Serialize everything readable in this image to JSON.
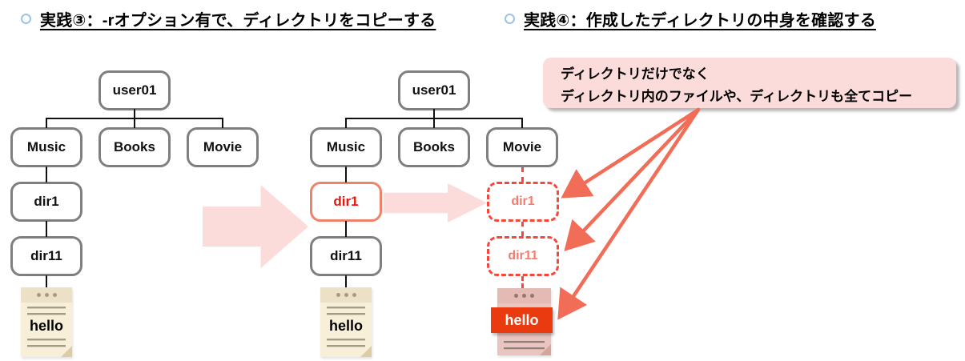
{
  "slide": {
    "heading_left": "実践③：-rオプション有で、ディレクトリをコピーする",
    "heading_right": "実践④：作成したディレクトリの中身を確認する",
    "callout": {
      "line1": "ディレクトリだけでなく",
      "line2": "ディレクトリ内のファイルや、ディレクトリも全てコピー"
    },
    "tree_before": {
      "root": "user01",
      "children": [
        "Music",
        "Books",
        "Movie"
      ],
      "subdir": "dir1",
      "subsubdir": "dir11",
      "file": "hello"
    },
    "tree_after": {
      "root": "user01",
      "children": [
        "Music",
        "Books",
        "Movie"
      ],
      "subdir": "dir1",
      "subsubdir": "dir11",
      "file": "hello"
    },
    "copied": {
      "subdir": "dir1",
      "subsubdir": "dir11",
      "file": "hello"
    },
    "colors": {
      "bullet_blue": "#9dc3e6",
      "box_gray": "#7f7f7f",
      "coral_border": "#f08269",
      "highlight_red": "#ee1409",
      "dashed_red": "#f5473a",
      "salmon_text": "#f37c6e",
      "arrow_coral": "#f26d58",
      "pink_fill": "#fbdcda",
      "banner_red": "#ea3b10"
    }
  }
}
